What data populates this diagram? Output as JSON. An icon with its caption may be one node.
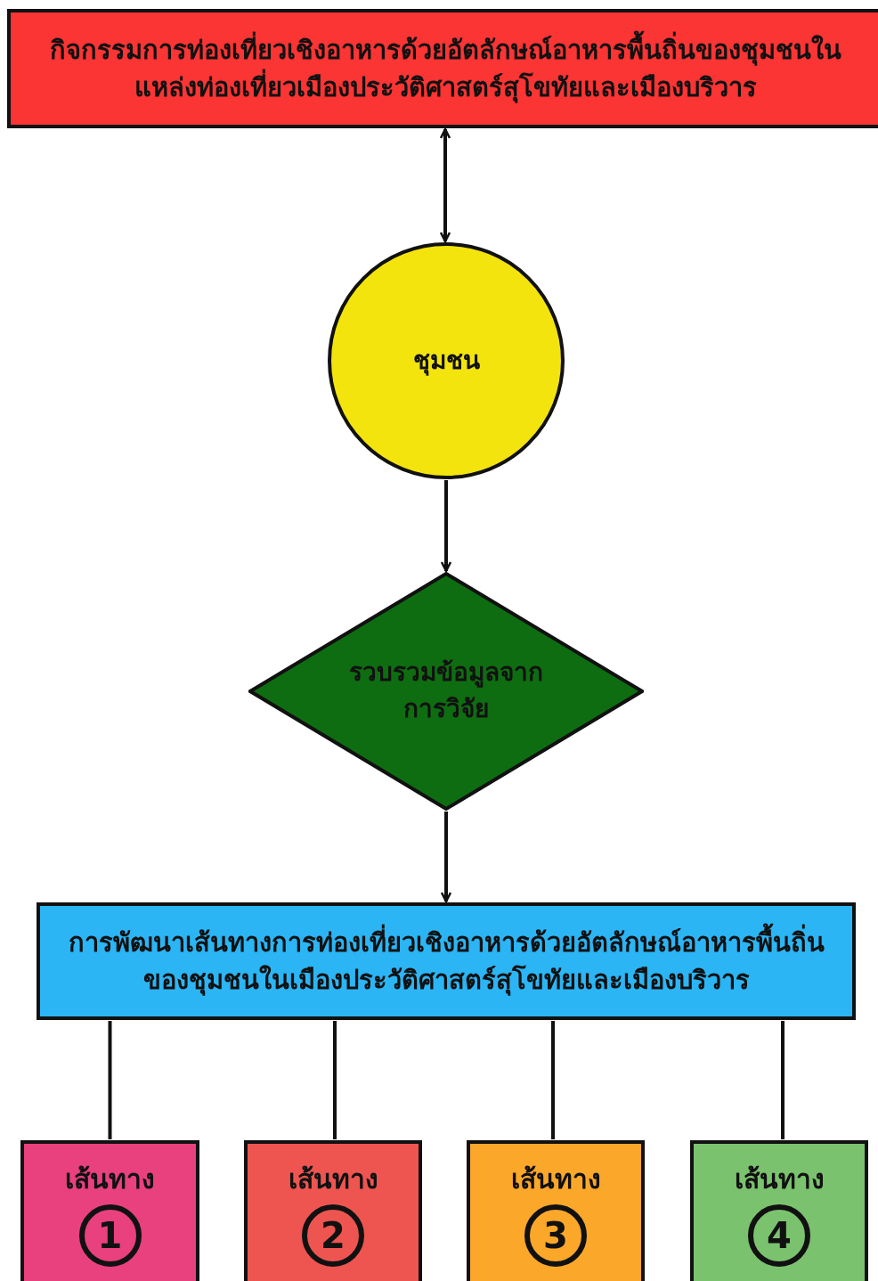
{
  "diagram": {
    "nodes": [
      {
        "text": [
          "กิจกรรมการท่องเที่ยวเชิงอาหารด้วยอัตลักษณ์อาหารพื้นถิ่นของชุมชนในแหล่งท่องเที่ยวเมืองประวัติศาสตร์สุโขทัยและเมืองบริวาร"
        ]
      },
      {
        "text": [
          "ชุมชน"
        ]
      },
      {
        "text": [
          "รวบรวมข้อมูลจากการวิจัย"
        ]
      },
      {
        "text": [
          "การพัฒนาเส้นทางการท่องเที่ยวเชิงอาหารด้วยอัตลักษณ์อาหารพื้นถิ่นของชุมชนในเมืองประวัติศาสตร์สุโขทัยและเมืองบริวาร"
        ]
      },
      {
        "text": [
          "เส้นทาง",
          "1"
        ]
      },
      {
        "text": [
          "เส้นทาง",
          "2"
        ]
      },
      {
        "text": [
          "เส้นทาง",
          "3"
        ]
      },
      {
        "text": [
          "เส้นทาง",
          "4"
        ]
      }
    ],
    "edges": [
      {
        "from": 0,
        "to": 1,
        "arrow": "both"
      },
      {
        "from": 1,
        "to": 2,
        "arrow": "to"
      },
      {
        "from": 2,
        "to": 3,
        "arrow": "to"
      },
      {
        "from": 3,
        "to": 4,
        "arrow": "none"
      },
      {
        "from": 3,
        "to": 5,
        "arrow": "none"
      },
      {
        "from": 3,
        "to": 6,
        "arrow": "none"
      },
      {
        "from": 3,
        "to": 7,
        "arrow": "none"
      }
    ]
  }
}
